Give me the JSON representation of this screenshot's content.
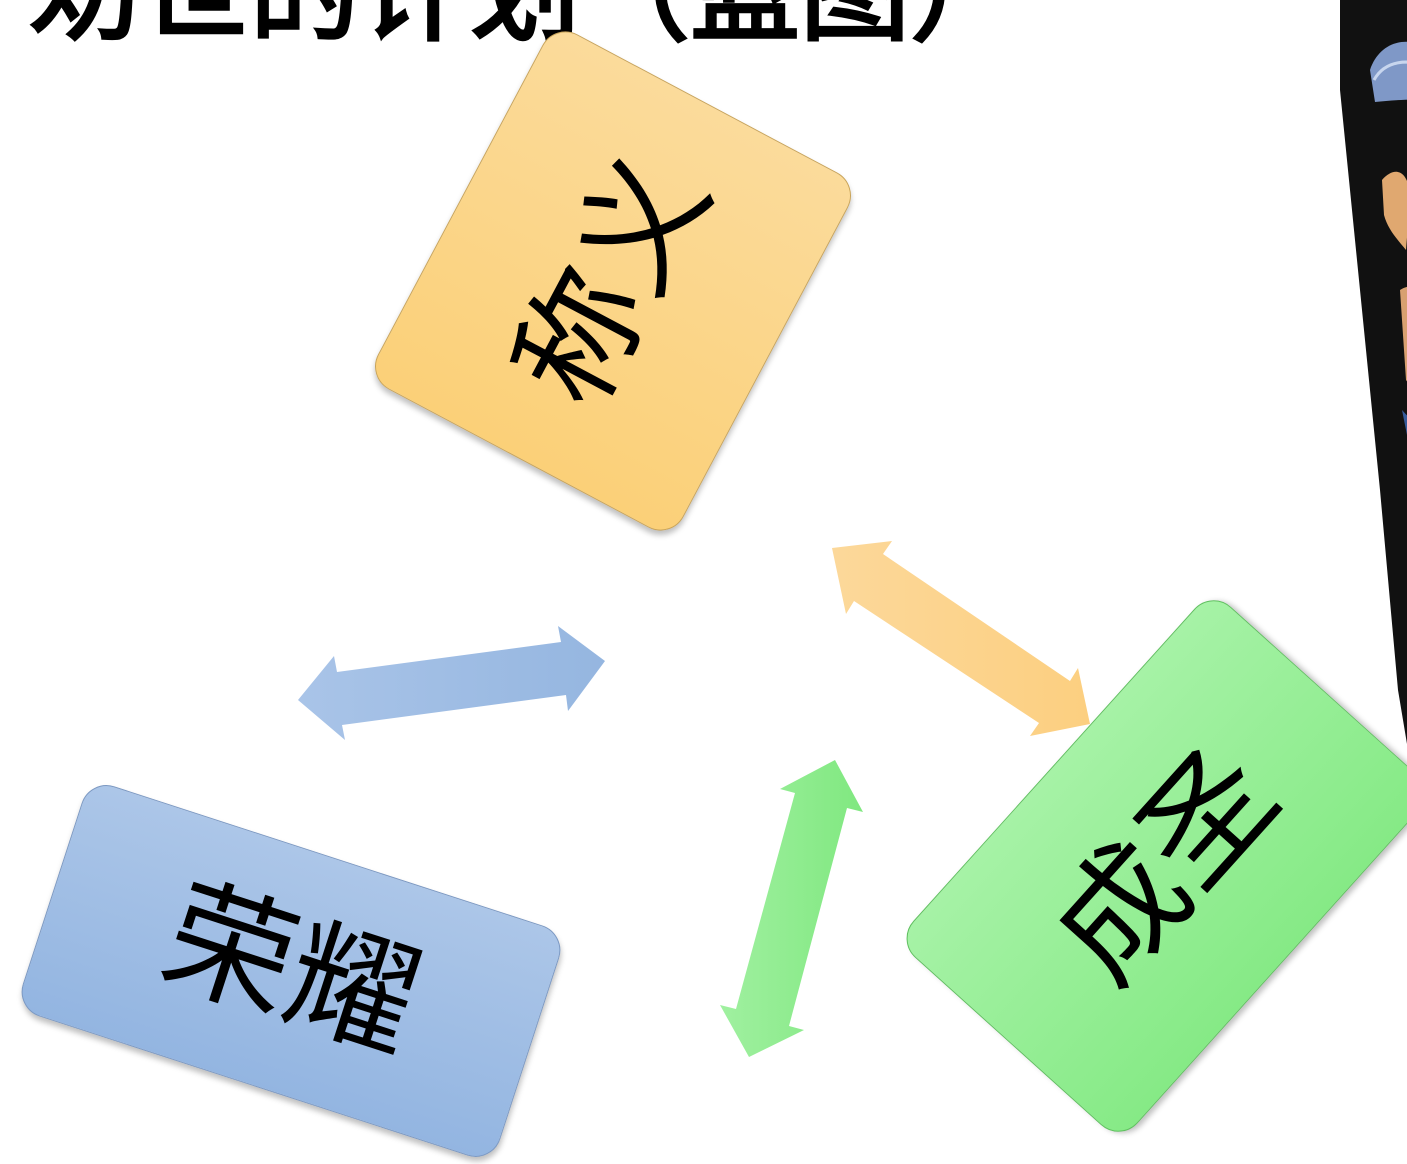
{
  "title": "劝世的计划（蓝图）",
  "cards": {
    "top": {
      "label": "称义",
      "gradient_start": "#fbdb9b",
      "gradient_end": "#fbd078",
      "border": "#c9a45a"
    },
    "left": {
      "label": "荣耀",
      "gradient_start": "#acc6e8",
      "gradient_end": "#93b5e1",
      "border": "#7b98c2"
    },
    "right": {
      "label": "成圣",
      "gradient_start": "#a6f2a6",
      "gradient_end": "#86ea86",
      "border": "#5fbf5f"
    }
  },
  "arrows": {
    "blue": "#9dbbe3",
    "orange": "#fcd48e",
    "green": "#90ee90"
  }
}
